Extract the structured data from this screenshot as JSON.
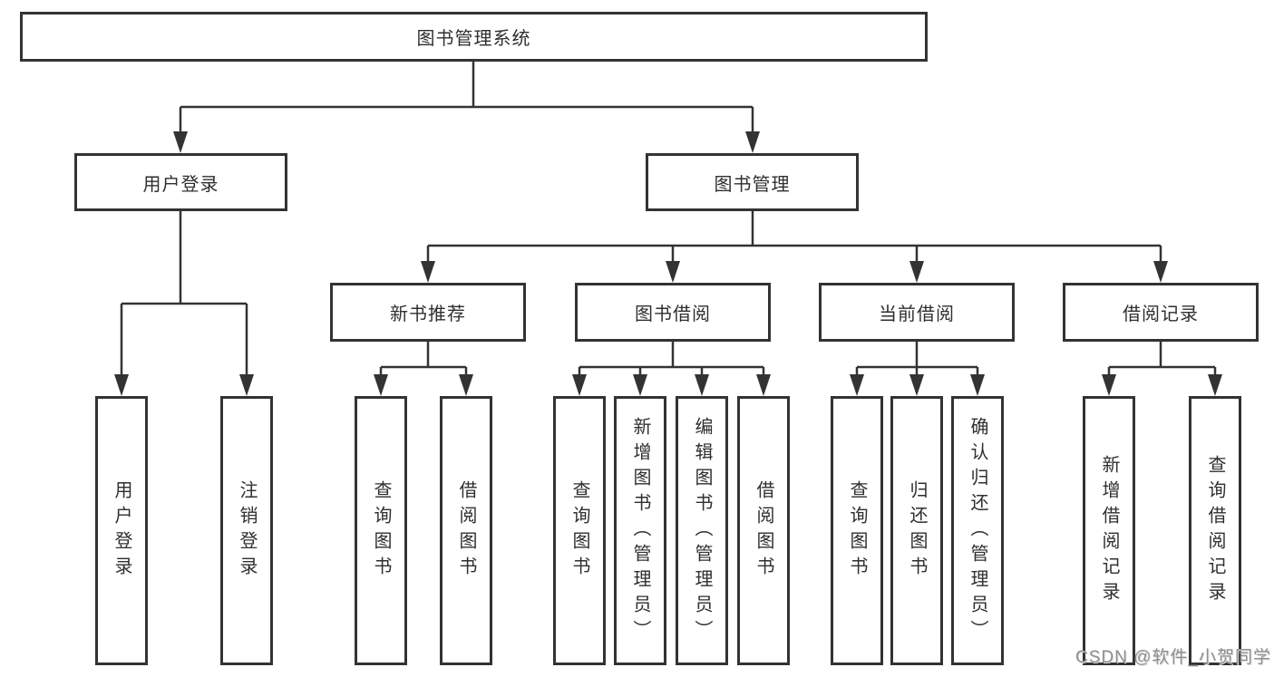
{
  "tree": {
    "root": "图书管理系统",
    "branches": [
      {
        "label": "用户登录",
        "children": [
          {
            "label": "用户登录"
          },
          {
            "label": "注销登录"
          }
        ]
      },
      {
        "label": "图书管理",
        "groups": [
          {
            "label": "新书推荐",
            "children": [
              {
                "label": "查询图书"
              },
              {
                "label": "借阅图书"
              }
            ]
          },
          {
            "label": "图书借阅",
            "children": [
              {
                "label": "查询图书"
              },
              {
                "label": "新增图书（管理员）"
              },
              {
                "label": "编辑图书（管理员）"
              },
              {
                "label": "借阅图书"
              }
            ]
          },
          {
            "label": "当前借阅",
            "children": [
              {
                "label": "查询图书"
              },
              {
                "label": "归还图书"
              },
              {
                "label": "确认归还（管理员）"
              }
            ]
          },
          {
            "label": "借阅记录",
            "children": [
              {
                "label": "新增借阅记录"
              },
              {
                "label": "查询借阅记录"
              }
            ]
          }
        ]
      }
    ]
  },
  "watermark": {
    "text": "CSDN @软件_小贺同学"
  },
  "colors": {
    "line": "#333333",
    "box_border": "#333333",
    "box_fill": "#ffffff",
    "text": "#2f2f2f",
    "watermark_text": "#8f8f8f"
  }
}
